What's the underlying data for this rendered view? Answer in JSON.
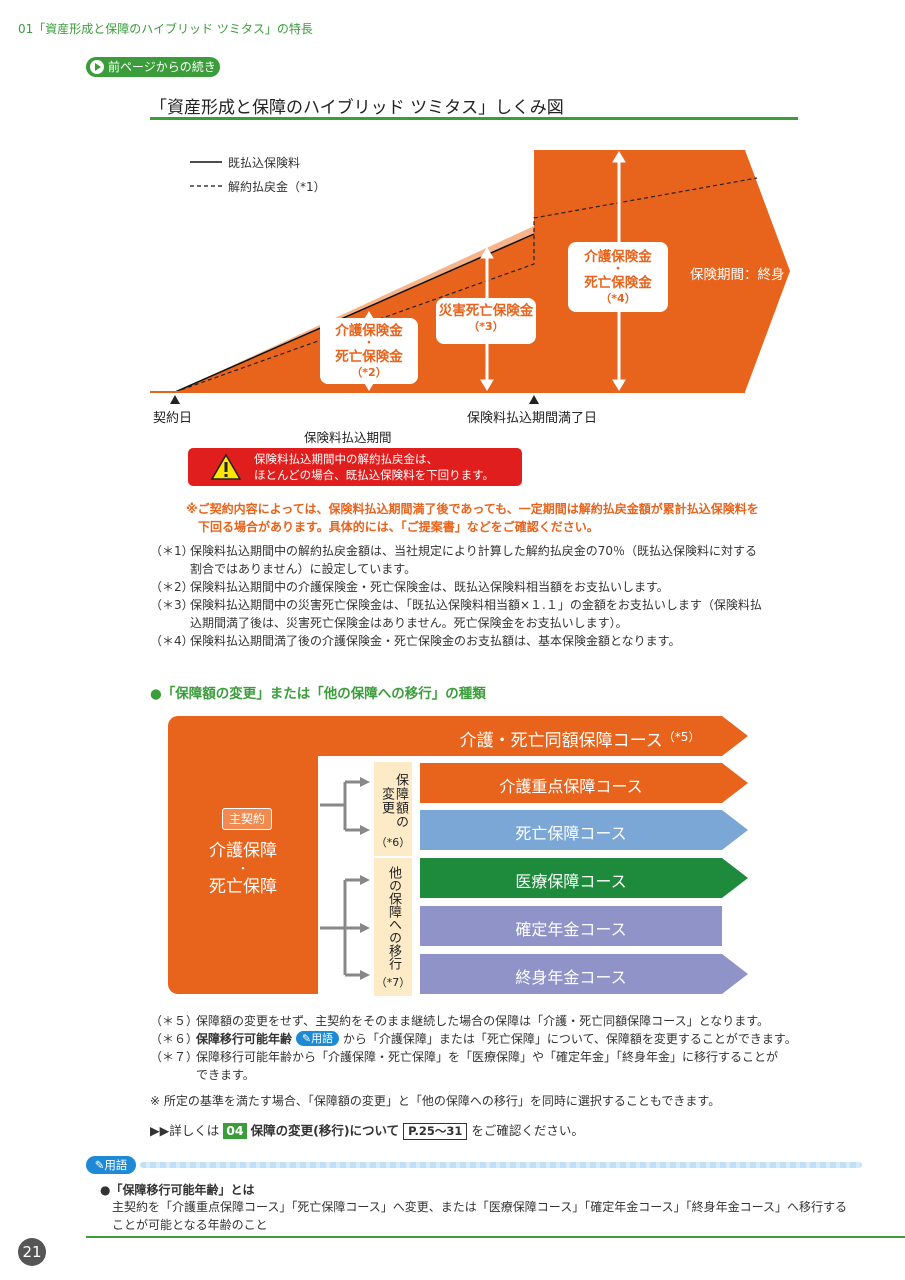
{
  "header": {
    "text": "01「資産形成と保障のハイブリッド ツミタス」の特長"
  },
  "continue_badge": {
    "label": "前ページからの続き"
  },
  "diagram": {
    "title": "「資産形成と保障のハイブリッド ツミタス」しくみ図",
    "legend": {
      "solid": "既払込保険料",
      "dashed": "解約払戻金（*1）"
    },
    "boxes": [
      {
        "line1": "介護保険金",
        "dot": "・",
        "line2": "死亡保険金",
        "note": "（*2）"
      },
      {
        "line1": "災害死亡保険金",
        "note": "（*3）"
      },
      {
        "line1": "介護保険金",
        "dot": "・",
        "line2": "死亡保険金",
        "note": "（*4）"
      }
    ],
    "coverage_label": "保険期間：終身",
    "start_label": "契約日",
    "end_label": "保険料払込期間満了日",
    "period_label": "保険料払込期間",
    "warning": {
      "line1": "保険料払込期間中の解約払戻金は、",
      "line2": "ほとんどの場合、既払込保険料を下回ります。"
    }
  },
  "caution": {
    "line1": "※ご契約内容によっては、保険料払込期間満了後であっても、一定期間は解約払戻金額が累計払込保険料を",
    "line2": "下回る場合があります。具体的には、「ご提案書」などをご確認ください。"
  },
  "notes1": [
    {
      "mark": "（＊1）",
      "lines": [
        "保険料払込期間中の解約払戻金額は、当社規定により計算した解約払戻金の70％（既払込保険料に対する",
        "割合ではありません）に設定しています。"
      ]
    },
    {
      "mark": "（＊2）",
      "lines": [
        "保険料払込期間中の介護保険金・死亡保険金は、既払込保険料相当額をお支払いします。"
      ]
    },
    {
      "mark": "（＊3）",
      "lines": [
        "保険料払込期間中の災害死亡保険金は、「既払込保険料相当額×１.１」の金額をお支払いします（保険料払",
        "込期間満了後は、災害死亡保険金はありません。死亡保険金をお支払いします）。"
      ]
    },
    {
      "mark": "（＊4）",
      "lines": [
        "保険料払込期間満了後の介護保険金・死亡保険金のお支払額は、基本保険金額となります。"
      ]
    }
  ],
  "section2": {
    "title": "●「保障額の変更」または「他の保障への移行」の種類",
    "main_label": "主契約",
    "main_line1": "介護保障",
    "main_dot": "・",
    "main_line2": "死亡保障",
    "top_course": "介護・死亡同額保障コース",
    "top_course_note": "（*5）",
    "change_label": "保障額の変更",
    "change_note": "（*6）",
    "transfer_label": "他の保障への移行",
    "transfer_note": "（*7）",
    "courses": [
      "介護重点保障コース",
      "死亡保障コース",
      "医療保障コース",
      "確定年金コース",
      "終身年金コース"
    ],
    "colors": {
      "orange": "#e8631c",
      "blue": "#7ba7d6",
      "green": "#1e8a3c",
      "purple": "#8f93c8"
    }
  },
  "notes2": {
    "n5_mark": "（＊５）",
    "n5": "保障額の変更をせず、主契約をそのまま継続した場合の保障は「介護・死亡同額保障コース」となります。",
    "n6_mark": "（＊６）",
    "n6_bold": "保障移行可能年齢",
    "n6_tag": "用語",
    "n6_rest": "から「介護保障」または「死亡保障」について、保障額を変更することができます。",
    "n7_mark": "（＊７）",
    "n7_line1": "保障移行可能年齢から「介護保障・死亡保障」を「医療保障」や「確定年金」「終身年金」に移行することが",
    "n7_line2": "できます。",
    "note_star": "※ 所定の基準を満たす場合、「保障額の変更」と「他の保障への移行」を同時に選択することもできます。"
  },
  "reference": {
    "prefix": "▶▶詳しくは",
    "num": "04",
    "bold": "保障の変更(移行)について",
    "page": "P.25～31",
    "suffix": "をご確認ください。"
  },
  "glossary": {
    "badge": "用語",
    "term": "●「保障移行可能年齢」とは",
    "line1": "主契約を「介護重点保障コース」「死亡保障コース」へ変更、または「医療保障コース」「確定年金コース」「終身年金コース」へ移行する",
    "line2": "ことが可能となる年齢のこと"
  },
  "page_number": "21"
}
